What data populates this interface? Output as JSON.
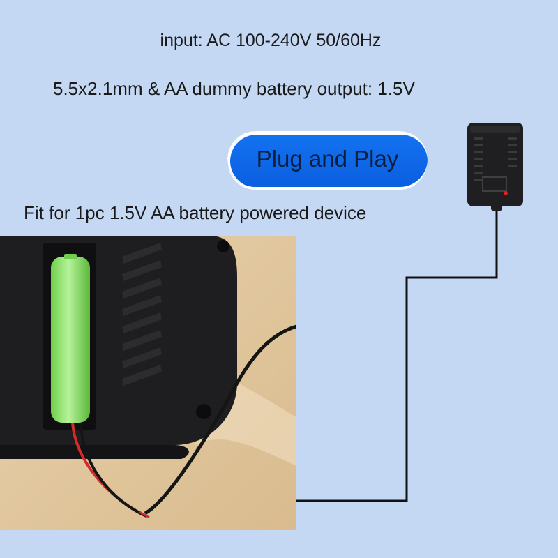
{
  "headline": {
    "input_spec": "input: AC 100-240V 50/60Hz",
    "output_spec": "5.5x2.1mm & AA dummy battery output: 1.5V"
  },
  "badge": {
    "label": "Plug and Play"
  },
  "fit_note": "Fit for 1pc 1.5V AA battery powered device",
  "colors": {
    "background": "#c4d8f3",
    "badge": "#1473f0",
    "adapter": "#222222",
    "led": "#e0201a",
    "battery": "#8ee06a"
  }
}
